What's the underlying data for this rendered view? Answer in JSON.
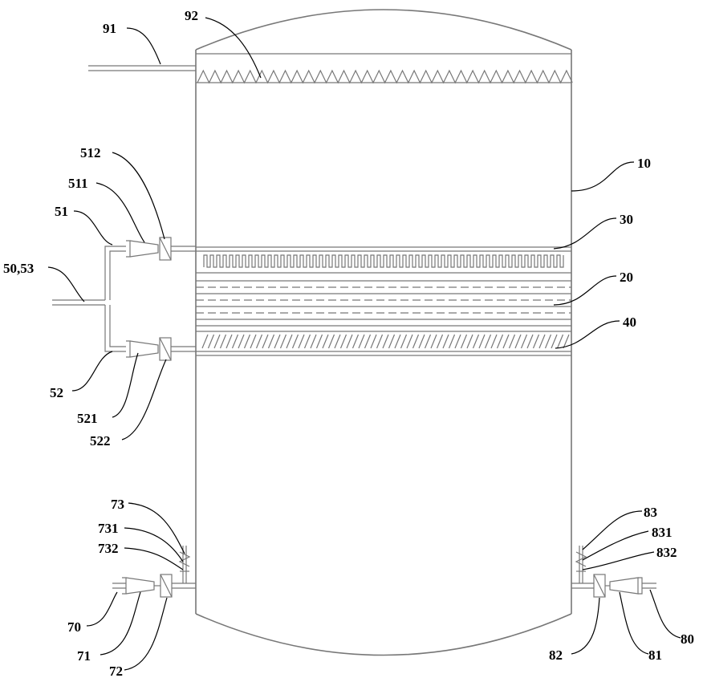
{
  "labels": {
    "l91": "91",
    "l92": "92",
    "l10": "10",
    "l30": "30",
    "l20": "20",
    "l40": "40",
    "l512": "512",
    "l511": "511",
    "l51": "51",
    "l5053": "50,53",
    "l52": "52",
    "l521": "521",
    "l522": "522",
    "l73": "73",
    "l731": "731",
    "l732": "732",
    "l70": "70",
    "l71": "71",
    "l72": "72",
    "l83": "83",
    "l831": "831",
    "l832": "832",
    "l82": "82",
    "l81": "81",
    "l80": "80"
  }
}
